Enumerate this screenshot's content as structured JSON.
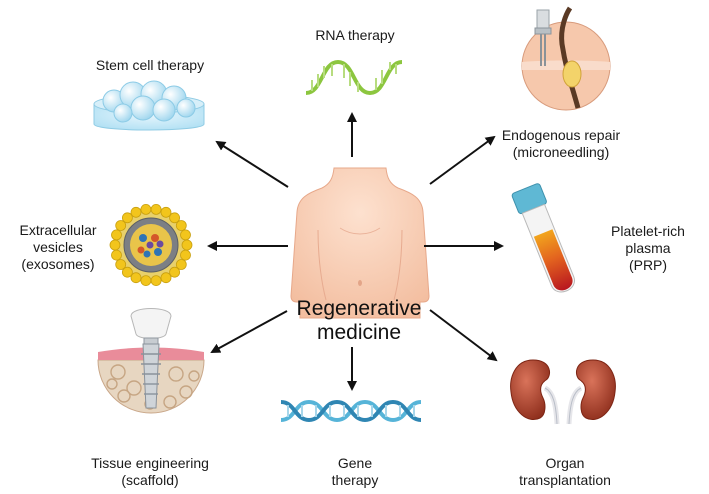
{
  "center": {
    "line1": "Regenerative",
    "line2": "medicine"
  },
  "items": {
    "stem_cell": {
      "line1": "Stem cell therapy"
    },
    "rna": {
      "line1": "RNA therapy"
    },
    "endogenous": {
      "line1": "Endogenous repair",
      "line2": "(microneedling)"
    },
    "extracellular": {
      "line1": "Extracellular",
      "line2": "vesicles",
      "line3": "(exosomes)"
    },
    "prp": {
      "line1": "Platelet-rich",
      "line2": "plasma",
      "line3": "(PRP)"
    },
    "tissue": {
      "line1": "Tissue engineering",
      "line2": "(scaffold)"
    },
    "gene": {
      "line1": "Gene",
      "line2": "therapy"
    },
    "organ": {
      "line1": "Organ",
      "line2": "transplantation"
    }
  },
  "colors": {
    "skin": "#f9cdb4",
    "arrow": "#111111",
    "dna_green": "#8cc63f",
    "dna_blue": "#56b4d8",
    "blood_red": "#c9252c",
    "kidney": "#b6452c",
    "lipid_yellow": "#f2c51c"
  }
}
